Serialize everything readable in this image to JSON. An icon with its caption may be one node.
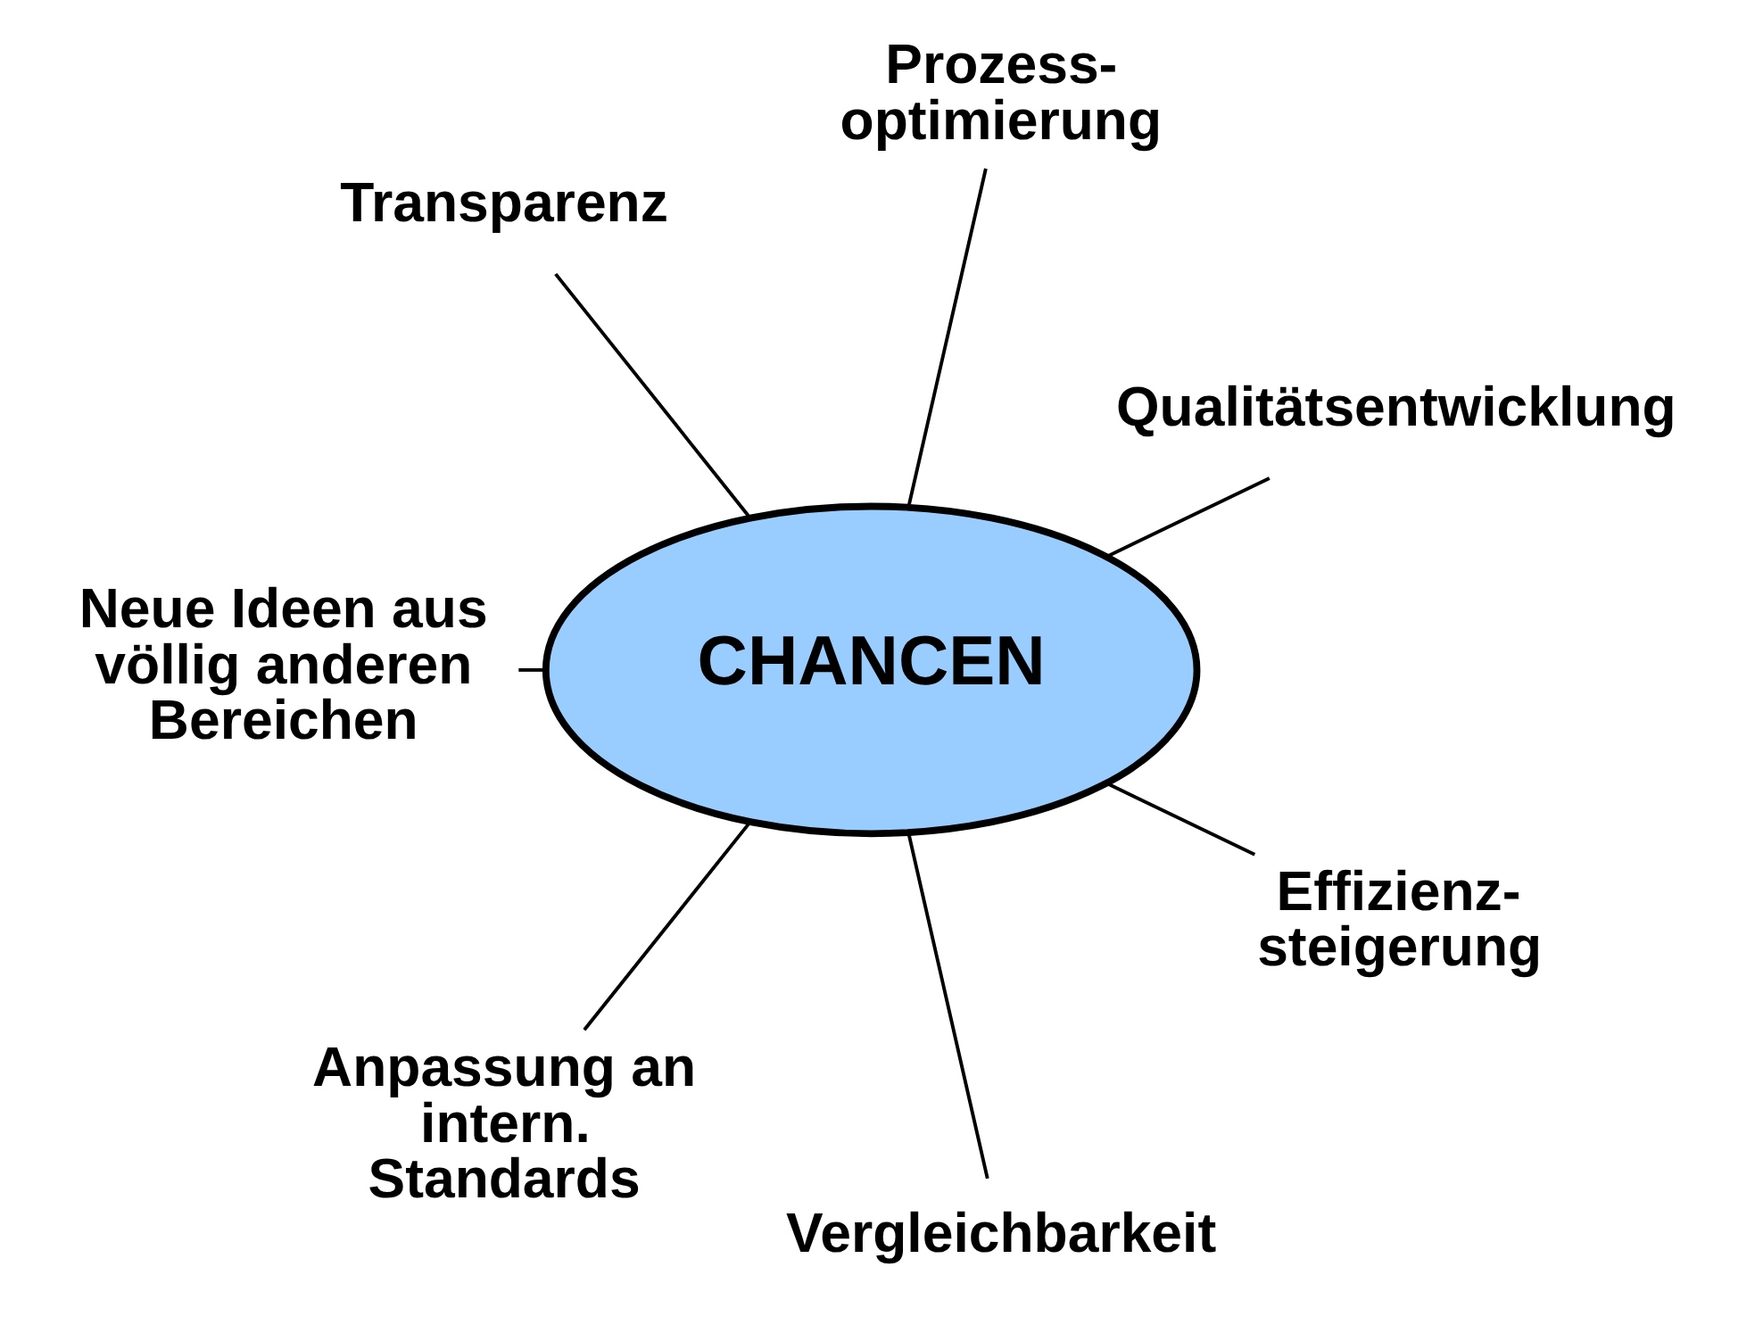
{
  "diagram": {
    "nodes": [
      {
        "text": [
          "CHANCEN"
        ]
      },
      {
        "text": [
          "Qualitätsentwicklung"
        ]
      },
      {
        "text": [
          "Prozess- optimierung"
        ]
      },
      {
        "text": [
          "Transparenz"
        ]
      },
      {
        "text": [
          "Neue Ideen aus völlig anderen Bereichen"
        ]
      },
      {
        "text": [
          "Anpassung an intern. Standards"
        ]
      },
      {
        "text": [
          "Vergleichbarkeit"
        ]
      },
      {
        "text": [
          "Effizienz- steigerung"
        ]
      }
    ],
    "edges": [
      {
        "from": 0,
        "to": 1,
        "arrow": "none"
      },
      {
        "from": 0,
        "to": 2,
        "arrow": "none"
      },
      {
        "from": 0,
        "to": 3,
        "arrow": "none"
      },
      {
        "from": 0,
        "to": 4,
        "arrow": "none"
      },
      {
        "from": 0,
        "to": 5,
        "arrow": "none"
      },
      {
        "from": 0,
        "to": 6,
        "arrow": "none"
      },
      {
        "from": 0,
        "to": 7,
        "arrow": "none"
      }
    ]
  }
}
